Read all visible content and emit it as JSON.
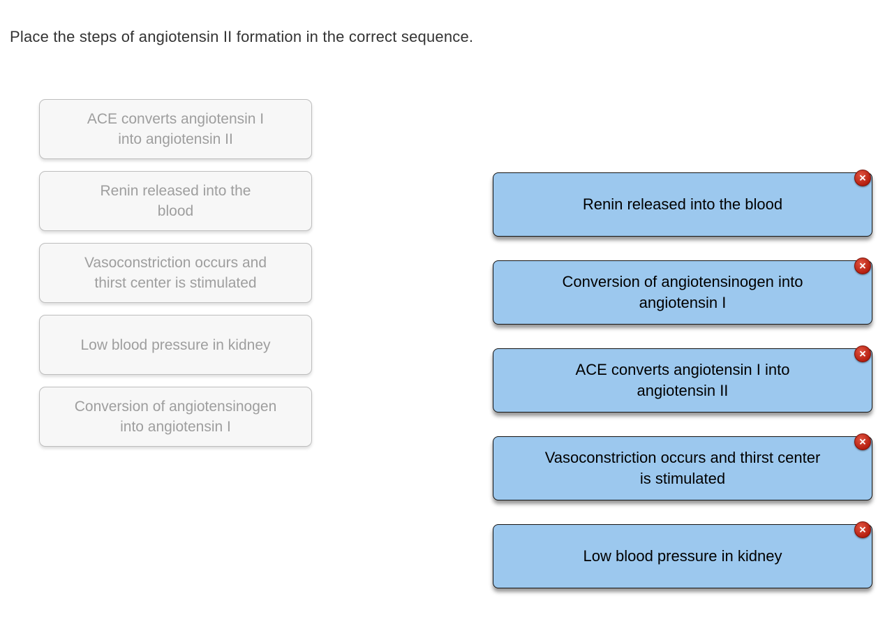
{
  "page": {
    "title": "Place the steps of angiotensin II formation in the correct sequence."
  },
  "icons": {
    "remove": "✕"
  },
  "colors": {
    "chip_background": "#9cc8ee",
    "chip_border": "#141414",
    "chip_text": "#000000",
    "source_background": "#f7f7f7",
    "source_border": "#bdbdbd",
    "source_text": "#9e9e9e",
    "remove_button_red": "#c1271a",
    "title_text": "#333333"
  },
  "source_items": [
    {
      "label": "ACE converts angiotensin I\ninto angiotensin II"
    },
    {
      "label": "Renin released into the\nblood"
    },
    {
      "label": "Vasoconstriction occurs and\nthirst center is stimulated"
    },
    {
      "label": "Low blood pressure in kidney"
    },
    {
      "label": "Conversion of angiotensinogen\ninto angiotensin I"
    }
  ],
  "placed_items": [
    {
      "label": "Renin released into the blood"
    },
    {
      "label": "Conversion of angiotensinogen into\nangiotensin I"
    },
    {
      "label": "ACE converts angiotensin I into\nangiotensin II"
    },
    {
      "label": "Vasoconstriction occurs and thirst center\nis stimulated"
    },
    {
      "label": "Low blood pressure in kidney"
    }
  ]
}
